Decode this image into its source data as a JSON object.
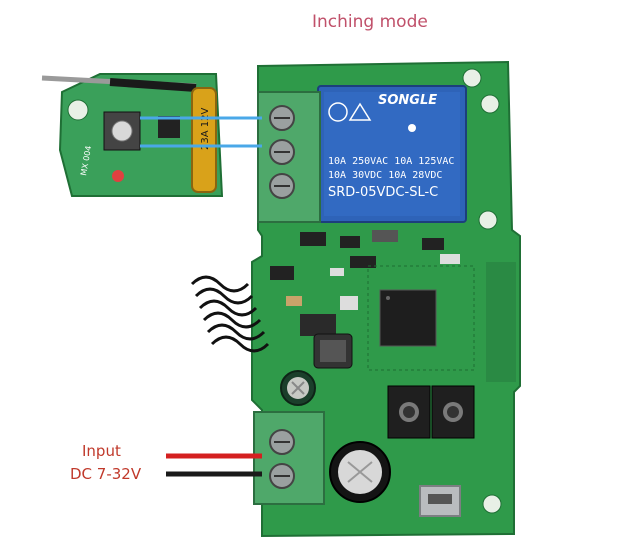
{
  "caption": {
    "mode_title": "Inching mode",
    "input_label": "Input",
    "dc_label": "DC 7-32V"
  },
  "relay": {
    "brand": "SONGLE",
    "rating_line_1": "10A 250VAC  10A 125VAC",
    "rating_line_2": "10A  30VDC  10A  28VDC",
    "model": "SRD-05VDC-SL-C"
  },
  "remote": {
    "board_label": "MX 004",
    "battery_label": "23A 12V"
  },
  "colors": {
    "pcb_green": "#2f9a4a",
    "relay_blue": "#2e63b8",
    "terminal_green": "#4fa86a",
    "wire_red": "#d42020",
    "wire_black": "#1a1a1a",
    "caption_red": "#c0392b"
  }
}
